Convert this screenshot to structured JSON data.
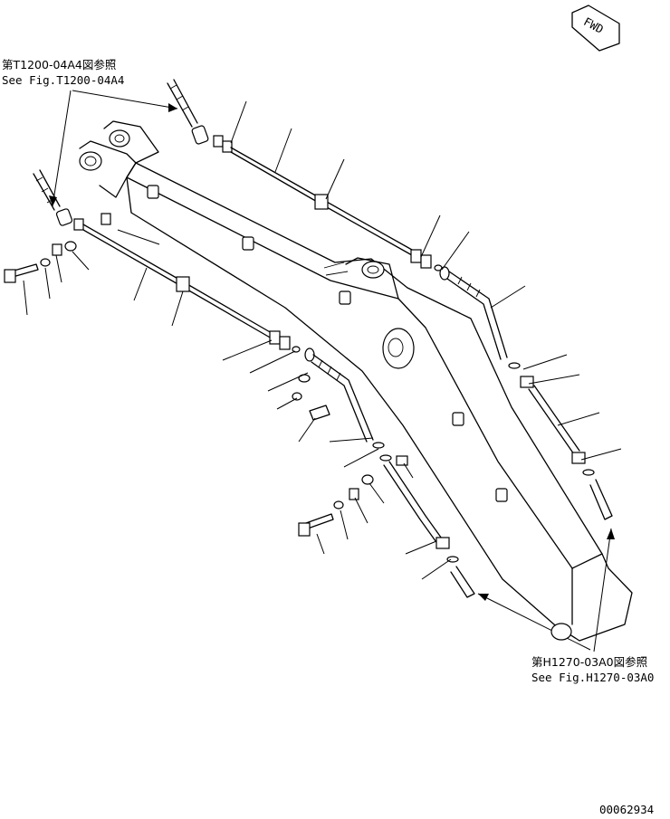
{
  "refs": {
    "top_left_jp": "第T1200-04A4図参照",
    "top_left_en": "See Fig.T1200-04A4",
    "bottom_right_jp": "第H1270-03A0図参照",
    "bottom_right_en": "See Fig.H1270-03A0"
  },
  "badge": {
    "text": "FWD"
  },
  "drawing_number": "00062934"
}
